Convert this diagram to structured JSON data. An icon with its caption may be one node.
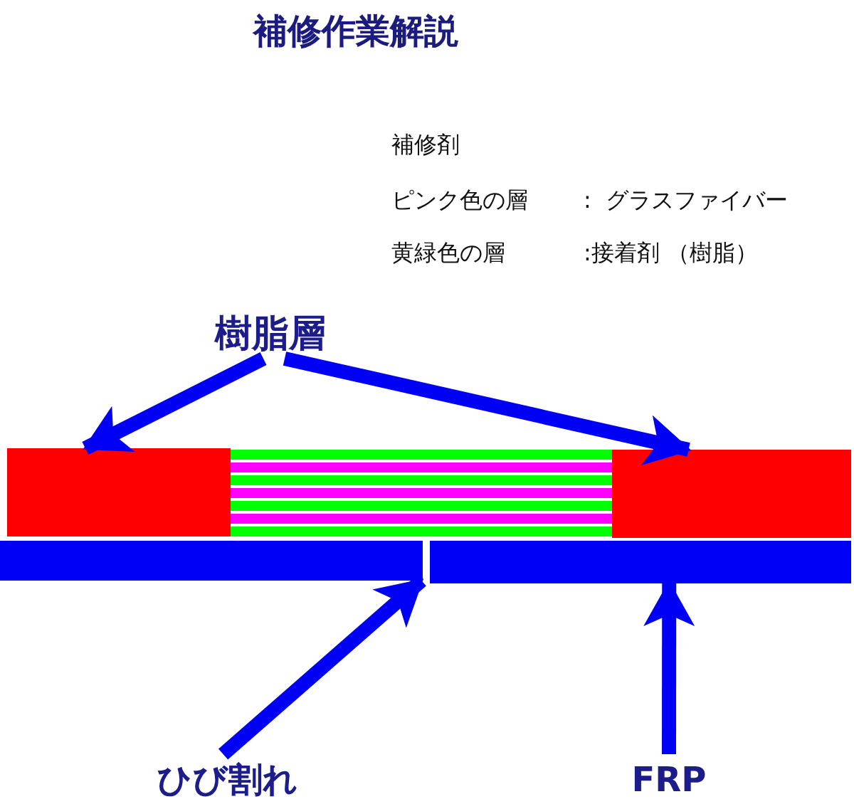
{
  "diagram": {
    "title": "補修作業解説",
    "nodes": [
      {
        "text": [
          "樹脂層"
        ]
      },
      {
        "text": [],
        "shape": "bar"
      },
      {
        "text": [],
        "shape": "bar"
      },
      {
        "text": [],
        "shape": "bar"
      },
      {
        "text": [],
        "shape": "bar"
      },
      {
        "text": [
          "ひび割れ"
        ]
      },
      {
        "text": [
          "FRP"
        ]
      }
    ],
    "edges": [
      {
        "from": 0,
        "to": 1,
        "arrow": "to"
      },
      {
        "from": 0,
        "to": 2,
        "arrow": "to"
      },
      {
        "from": 5,
        "to": 3,
        "arrow": "to"
      },
      {
        "from": 6,
        "to": 4,
        "arrow": "to"
      }
    ],
    "labels": [
      "補修剤",
      "ピンク色の層",
      ":  グラスファイバー",
      "黄緑色の層",
      ":接着剤 （樹脂）"
    ]
  }
}
